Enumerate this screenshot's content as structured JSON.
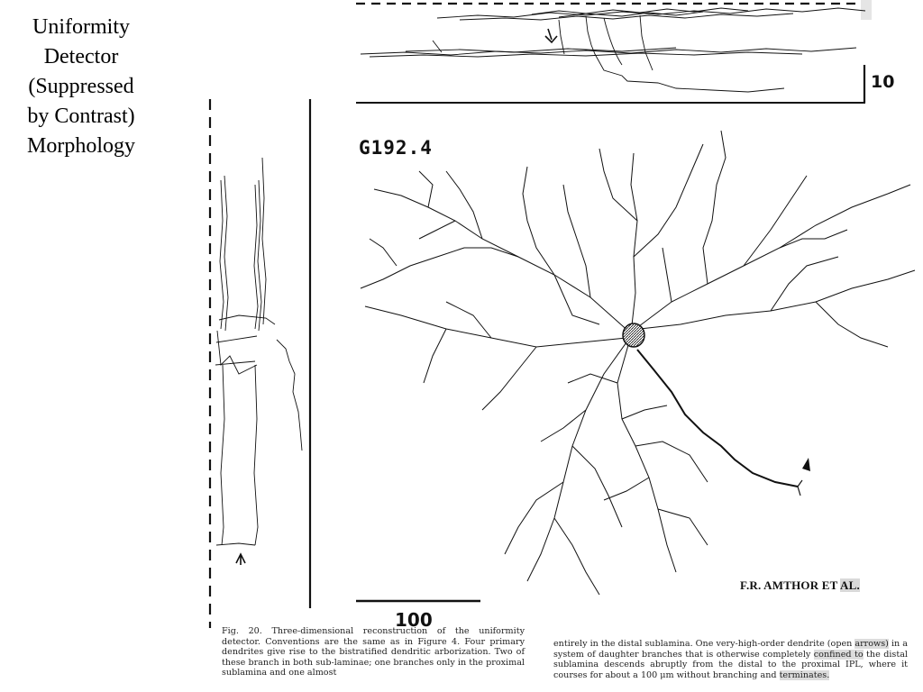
{
  "slide": {
    "title_lines": [
      "Uniformity",
      "Detector",
      "(Suppressed",
      "by Contrast)",
      "Morphology"
    ]
  },
  "figure": {
    "cell_id": "G192.4",
    "scale_top": "10",
    "scale_bottom": "100",
    "byline_main": "F.R. AMTHOR ET ",
    "byline_hl": "AL."
  },
  "caption": {
    "left": "Fig. 20.  Three-dimensional reconstruction of the uniformity detector. Conventions are the same as in Figure 4. Four primary dendrites give rise to the bistratified dendritic arborization. Two of these branch in both sub-laminae; one branches only in the proximal sublamina and one almost",
    "right_a": "entirely in the distal sublamina. One very-high-order dendrite (open ",
    "right_hl1": "arrows)",
    "right_b": " in a system of daughter branches that is otherwise completely ",
    "right_hl2": "confined to",
    "right_c": " the distal sublamina descends abruptly from the distal to the proximal IPL, where it courses for about a 100 μm without branching and ",
    "right_hl3": "terminates."
  },
  "colors": {
    "ink": "#111111",
    "soma_fill": "#777777",
    "highlight": "#d9d9d9"
  }
}
